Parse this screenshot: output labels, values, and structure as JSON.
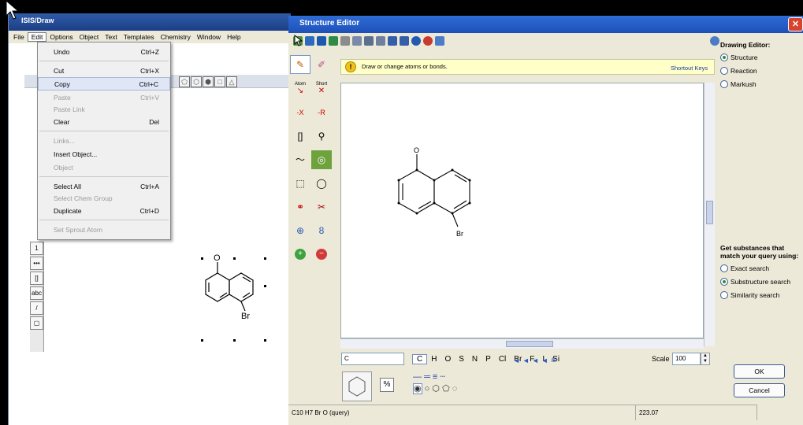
{
  "isis": {
    "title": "ISIS/Draw",
    "menubar": [
      "File",
      "Edit",
      "Options",
      "Object",
      "Text",
      "Templates",
      "Chemistry",
      "Window",
      "Help"
    ],
    "edit_menu": [
      {
        "label": "Undo",
        "shortcut": "Ctrl+Z",
        "disabled": false
      },
      {
        "sep": true
      },
      {
        "label": "Cut",
        "shortcut": "Ctrl+X",
        "disabled": false
      },
      {
        "label": "Copy",
        "shortcut": "Ctrl+C",
        "disabled": false,
        "highlight": true
      },
      {
        "label": "Paste",
        "shortcut": "Ctrl+V",
        "disabled": true
      },
      {
        "label": "Paste Link",
        "shortcut": "",
        "disabled": true
      },
      {
        "label": "Clear",
        "shortcut": "Del",
        "disabled": false
      },
      {
        "sep": true
      },
      {
        "label": "Links...",
        "shortcut": "",
        "disabled": true
      },
      {
        "label": "Insert Object...",
        "shortcut": "",
        "disabled": false
      },
      {
        "label": "Object",
        "shortcut": "",
        "disabled": true
      },
      {
        "sep": true
      },
      {
        "label": "Select All",
        "shortcut": "Ctrl+A",
        "disabled": false
      },
      {
        "label": "Select Chem Group",
        "shortcut": "",
        "disabled": true
      },
      {
        "label": "Duplicate",
        "shortcut": "Ctrl+D",
        "disabled": false
      },
      {
        "sep": true
      },
      {
        "label": "Set Sprout Atom",
        "shortcut": "",
        "disabled": true
      }
    ],
    "molecule_labels": {
      "o": "O",
      "br": "Br"
    },
    "left_tools": [
      "1",
      "•••",
      "[]",
      "abc",
      "/",
      "▢"
    ]
  },
  "editor": {
    "title": "Structure Editor",
    "close": "✕",
    "hint": "Draw or change atoms or bonds.",
    "shortcut_keys": "Shortout Keys",
    "tool_labels": {
      "atom": "Atom",
      "short": "Short",
      "x": "-X",
      "r": "-R"
    },
    "molecule_labels": {
      "o": "O",
      "br": "Br"
    },
    "formula_value": "C",
    "elements": [
      "C",
      "H",
      "O",
      "S",
      "N",
      "P",
      "Cl",
      "Br",
      "F",
      "I",
      "Si"
    ],
    "scale_label": "Scale",
    "scale_value": "100",
    "status_formula": "C10 H7 Br O (query)",
    "mol_weight": "223.07",
    "drawing_editor_heading": "Drawing Editor:",
    "drawing_modes": [
      {
        "label": "Structure",
        "selected": true
      },
      {
        "label": "Reaction",
        "selected": false
      },
      {
        "label": "Markush",
        "selected": false
      }
    ],
    "search_heading": "Get substances that match your query using:",
    "search_modes": [
      {
        "label": "Exact search",
        "selected": false
      },
      {
        "label": "Substructure search",
        "selected": true
      },
      {
        "label": "Similarity search",
        "selected": false
      }
    ],
    "ok": "OK",
    "cancel": "Cancel"
  }
}
